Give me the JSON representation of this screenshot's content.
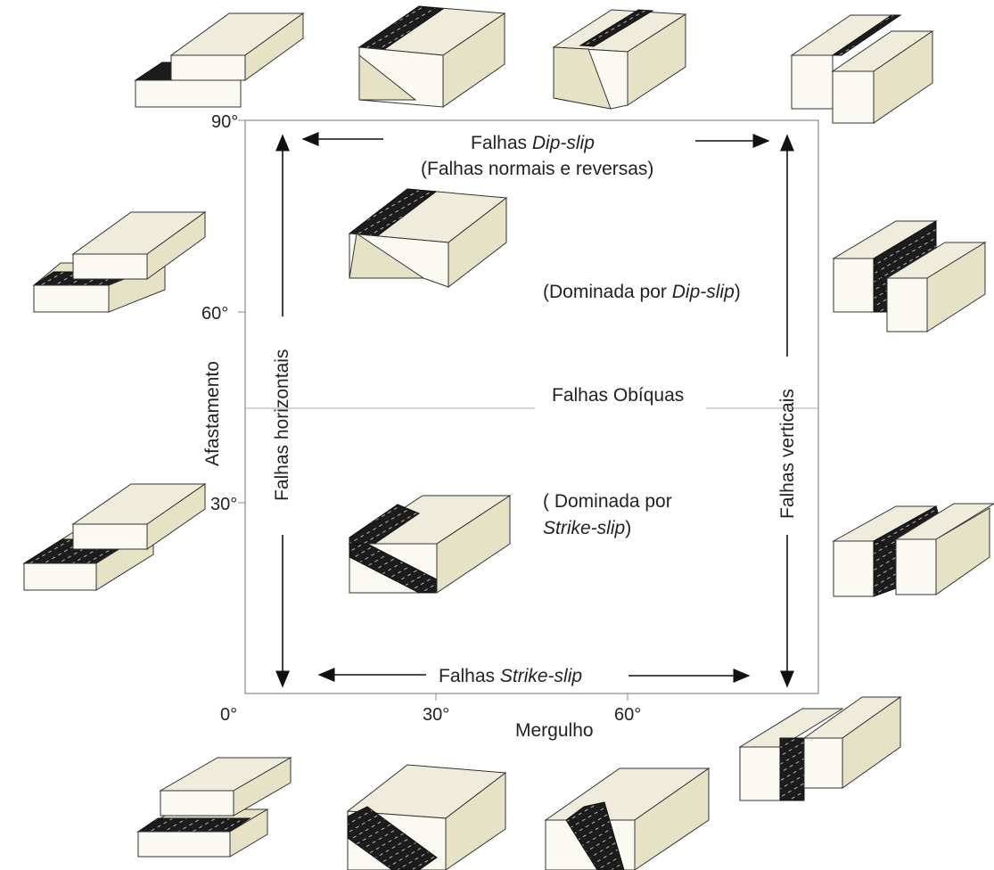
{
  "axes": {
    "y_label": "Afastamento",
    "x_label": "Mergulho",
    "y_ticks": [
      "90°",
      "60°",
      "30°",
      "0°"
    ],
    "x_ticks": [
      "30°",
      "60°"
    ]
  },
  "labels": {
    "dip_slip_prefix": "Falhas ",
    "dip_slip_italic": "Dip-slip",
    "dip_slip_sub": "(Falhas normais e reversas)",
    "dominated_dip_prefix": "(Dominada por ",
    "dominated_dip_italic": "Dip-slip",
    "dominated_dip_suffix": ")",
    "oblique": "Falhas Obíquas",
    "dominated_strike_line1": "( Dominada por",
    "dominated_strike_italic": "Strike-slip",
    "dominated_strike_suffix": ")",
    "horizontal": "Falhas horizontais",
    "vertical": "Falhas verticais",
    "strike_prefix": "Falhas ",
    "strike_italic": "Strike-slip"
  },
  "colors": {
    "block_top": "#efecdc",
    "block_side": "#e6e2c6",
    "fault_plane": "#1c1c1c",
    "frame": "#888888"
  }
}
